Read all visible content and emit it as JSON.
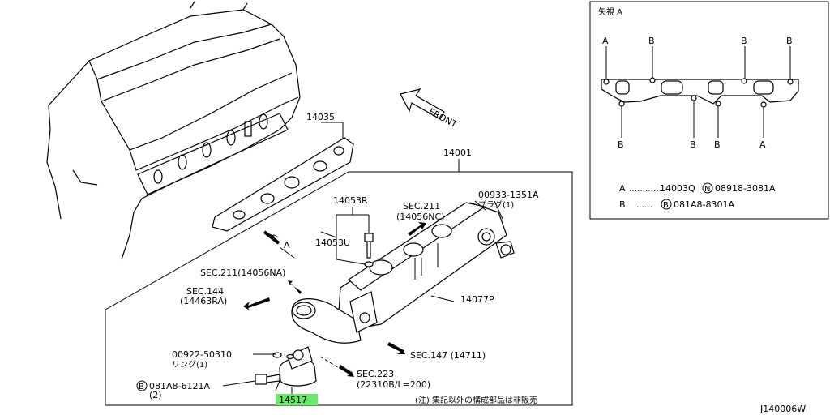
{
  "labels": {
    "gasket": "14035",
    "assembly": "14001",
    "bolt_r": "14053R",
    "bolt_u": "14053U",
    "sec211_top_1": "SEC.211",
    "sec211_top_2": "(14056NC)",
    "plug_code": "00933-1351A",
    "plug_name": "プラグ(1)",
    "sec211_left": "SEC.211(14056NA)",
    "sec144_1": "SEC.144",
    "sec144_2": "(14463RA)",
    "p14077": "14077P",
    "sec147": "SEC.147 (14711)",
    "ring_code": "00922-50310",
    "ring_name": "リング(1)",
    "bolt_code": "081A8-6121A",
    "bolt_qty": "(2)",
    "sec223_1": "SEC.223",
    "sec223_2": "(22310B/L=200)",
    "part_14517": "14517",
    "note": "(注) 集記以外の構成部品は非販売",
    "front": "FRONT",
    "arrow_a": "A",
    "circle_b": "B",
    "footer": "J140006W"
  },
  "inset": {
    "title": "矢視 A",
    "top_letters": [
      "A",
      "B",
      "B",
      "B"
    ],
    "bottom_letters": [
      "B",
      "B",
      "B",
      "A"
    ],
    "legend": [
      {
        "key": "A",
        "dots": "…………",
        "part": "14003Q",
        "circle": "N",
        "code": "08918-3081A"
      },
      {
        "key": "B",
        "dots": "……",
        "part": "",
        "circle": "B",
        "code": "081A8-8301A"
      }
    ]
  },
  "colors": {
    "line": "#000000",
    "highlight": "#6be86b"
  }
}
